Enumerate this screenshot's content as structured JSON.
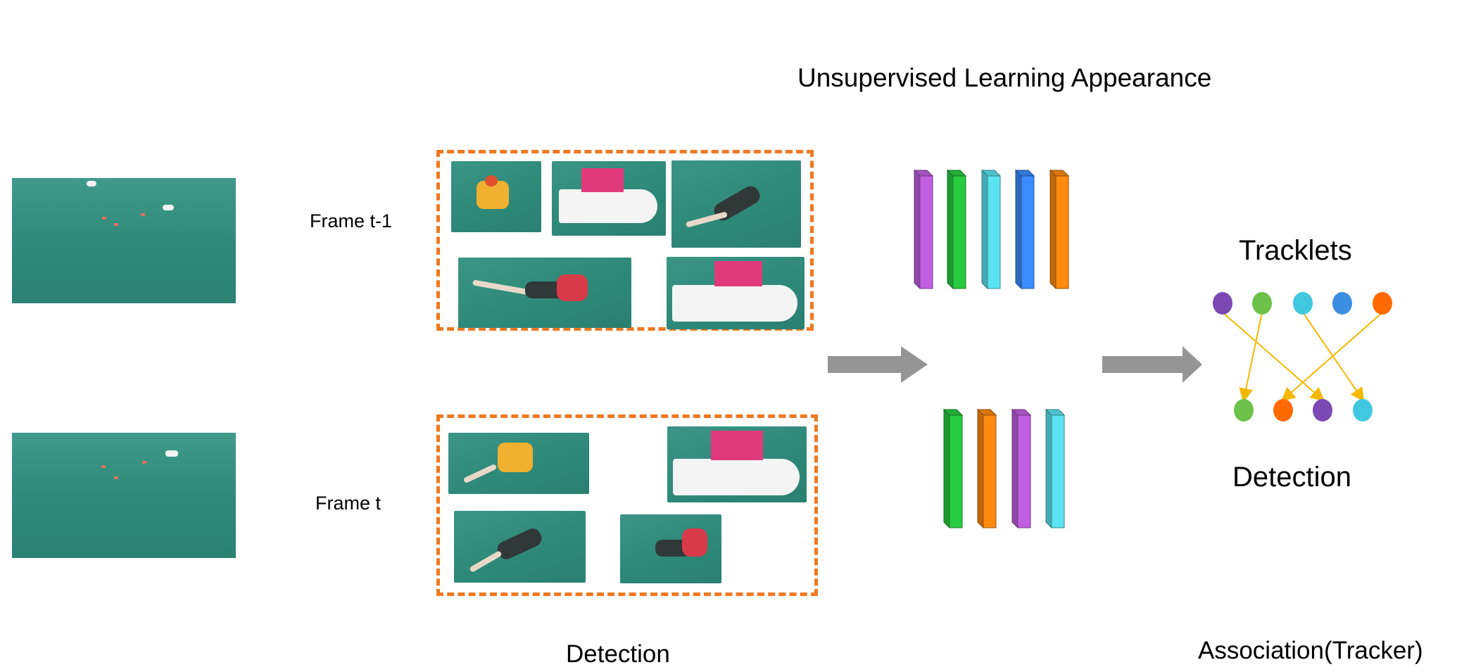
{
  "title": "Unsupervised Learning Appearance",
  "frames": {
    "prev_label": "Frame t-1",
    "curr_label": "Frame t"
  },
  "detection_caption": "Detection",
  "tracker": {
    "tracklets_label": "Tracklets",
    "detection_label": "Detection",
    "association_caption": "Association(Tracker)"
  },
  "colors": {
    "orange_box": "#f07820",
    "arrow_gray": "#959595",
    "assoc_arrow": "#f5b800",
    "purple": "#7c48b4",
    "green": "#6cc24a",
    "cyan": "#40c8e0",
    "blue": "#3c8ee0",
    "orange": "#ff6a00"
  },
  "feature_bars_top": [
    "purple",
    "green",
    "cyan",
    "blue",
    "orange"
  ],
  "feature_bars_bottom": [
    "green",
    "orange",
    "purple",
    "cyan"
  ],
  "tracklet_nodes": [
    "purple",
    "green",
    "cyan",
    "blue",
    "orange"
  ],
  "detection_nodes": [
    "green",
    "orange",
    "purple",
    "cyan"
  ]
}
